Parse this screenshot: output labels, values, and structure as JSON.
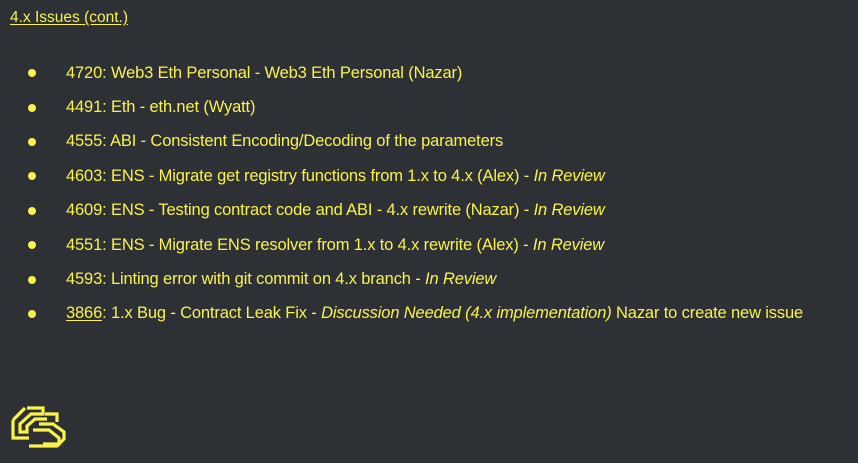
{
  "heading": "4.x Issues (cont.)",
  "items": [
    {
      "text": "4720: Web3 Eth Personal  - Web3 Eth Personal (Nazar)"
    },
    {
      "text": "4491: Eth - eth.net (Wyatt)"
    },
    {
      "text": "4555: ABI - Consistent Encoding/Decoding of the parameters"
    },
    {
      "text": "4603: ENS - Migrate get registry functions from 1.x to 4.x (Alex) - ",
      "status": "In Review"
    },
    {
      "text": "4609: ENS - Testing contract code and ABI - 4.x rewrite (Nazar) - ",
      "status": "In Review"
    },
    {
      "text": "4551: ENS - Migrate ENS resolver from 1.x to 4.x rewrite (Alex) - ",
      "status": "In Review"
    },
    {
      "text": "4593: Linting error with git commit on 4.x branch -  ",
      "status": "In Review"
    }
  ],
  "last_item": {
    "issue_number": "3866",
    "text": ": 1.x Bug - Contract Leak Fix - ",
    "status": "Discussion Needed (4.x implementation)",
    "suffix": " Nazar to create new issue"
  },
  "colors": {
    "background": "#2d3035",
    "text": "#fbf24a"
  },
  "logo_icon": "chainsafe-logo-icon"
}
